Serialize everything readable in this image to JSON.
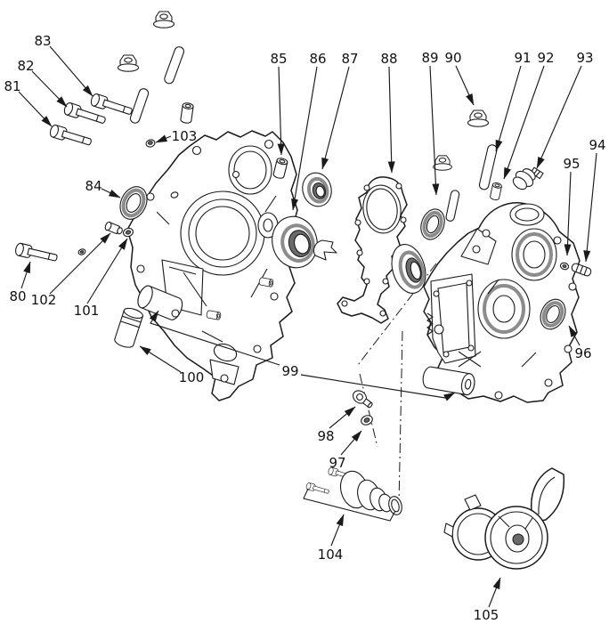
{
  "diagram": {
    "type": "exploded-parts-diagram",
    "subject": "engine-crankcase-assembly",
    "colors": {
      "ink": "#1a1a1a",
      "paper": "#ffffff",
      "shade": "#c9c9c9"
    },
    "callouts": {
      "80": {
        "label": "80",
        "part": "socket-bolt"
      },
      "81": {
        "label": "81",
        "part": "socket-bolt"
      },
      "82": {
        "label": "82",
        "part": "socket-bolt"
      },
      "83": {
        "label": "83",
        "part": "socket-bolt"
      },
      "84": {
        "label": "84",
        "part": "oil-seal"
      },
      "85": {
        "label": "85",
        "part": "bushing"
      },
      "86": {
        "label": "86",
        "part": "bearing"
      },
      "87": {
        "label": "87",
        "part": "bearing"
      },
      "88": {
        "label": "88",
        "part": "gasket"
      },
      "89": {
        "label": "89",
        "part": "oil-seal"
      },
      "90": {
        "label": "90",
        "part": "flange-nut"
      },
      "91": {
        "label": "91",
        "part": "stud"
      },
      "92": {
        "label": "92",
        "part": "dowel"
      },
      "93": {
        "label": "93",
        "part": "fitting"
      },
      "94": {
        "label": "94",
        "part": "pin"
      },
      "95": {
        "label": "95",
        "part": "o-ring"
      },
      "96": {
        "label": "96",
        "part": "oil-seal"
      },
      "97": {
        "label": "97",
        "part": "washer"
      },
      "98": {
        "label": "98",
        "part": "bolt"
      },
      "99": {
        "label": "99",
        "part": "crankcase-pair"
      },
      "100": {
        "label": "100",
        "part": "bushing"
      },
      "101": {
        "label": "101",
        "part": "nut"
      },
      "102": {
        "label": "102",
        "part": "fitting"
      },
      "103": {
        "label": "103",
        "part": "cap"
      },
      "104": {
        "label": "104",
        "part": "pump-assembly"
      },
      "105": {
        "label": "105",
        "part": "bracket-assembly"
      }
    }
  }
}
